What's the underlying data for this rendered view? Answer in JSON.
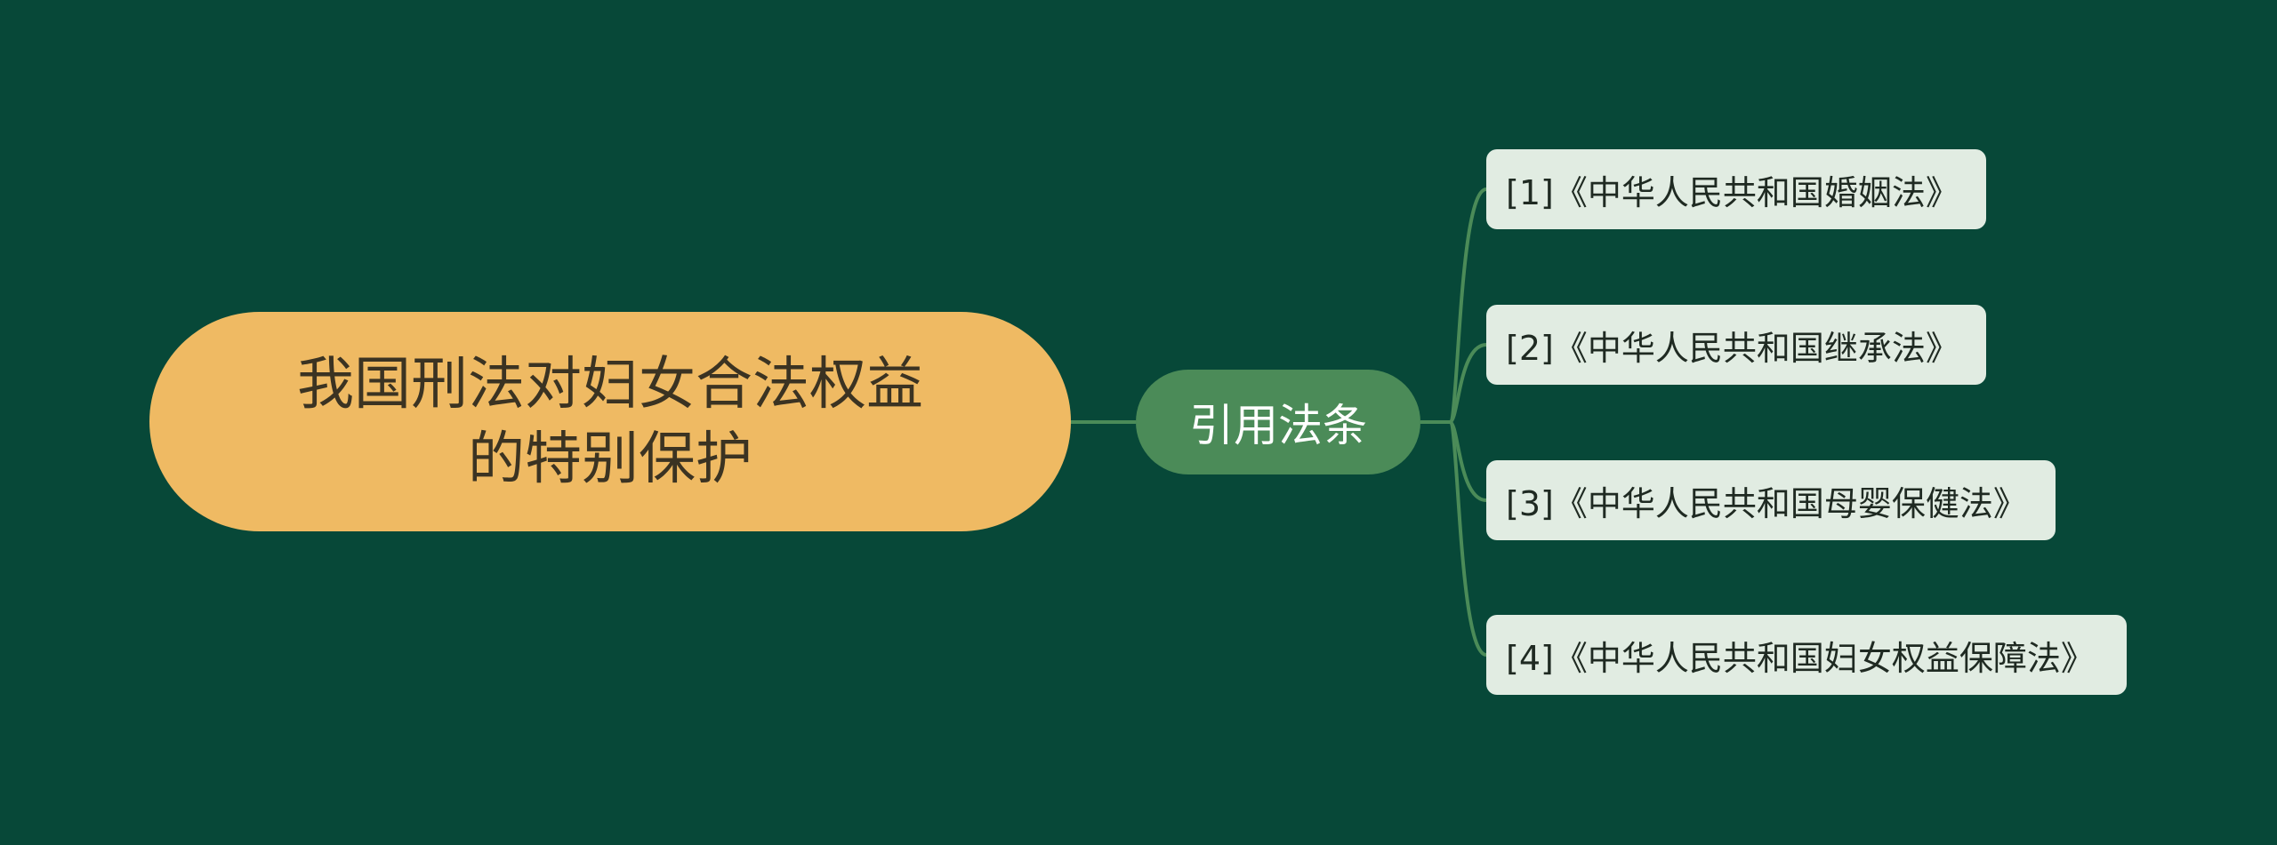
{
  "mindmap": {
    "root": {
      "lines": [
        "我国刑法对妇女合法权益",
        "的特别保护"
      ]
    },
    "branch": {
      "label": "引用法条"
    },
    "leaves": [
      {
        "label": "[1]《中华人民共和国婚姻法》"
      },
      {
        "label": "[2]《中华人民共和国继承法》"
      },
      {
        "label": "[3]《中华人民共和国母婴保健法》"
      },
      {
        "label": "[4]《中华人民共和国妇女权益保障法》"
      }
    ]
  },
  "colors": {
    "background": "#074838",
    "root_fill": "#efba63",
    "branch_fill": "#4b8b58",
    "leaf_fill": "#e1ece2",
    "connector": "#4b8b58"
  }
}
